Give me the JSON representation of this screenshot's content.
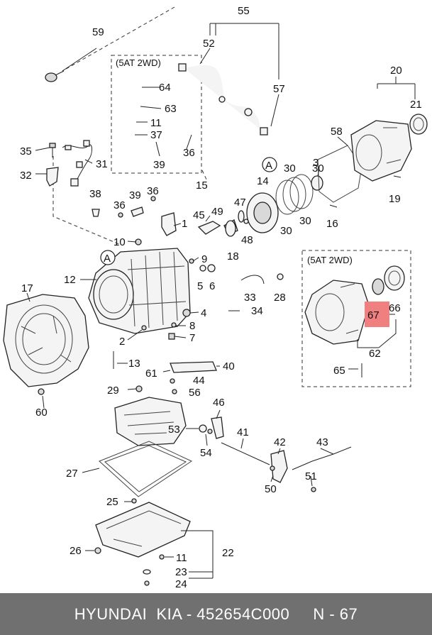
{
  "footer": {
    "brand": "HYUNDAI  KIA",
    "separator": " - ",
    "part_number": "452654C000",
    "ref_label": "N - 67"
  },
  "highlight": {
    "part": "67",
    "color": "#f08080"
  },
  "boxes": [
    {
      "title": "(5AT 2WD)"
    },
    {
      "title": "(5AT 2WD)"
    }
  ],
  "markers": [
    "A",
    "A"
  ],
  "callouts": [
    "55",
    "52",
    "57",
    "59",
    "64",
    "63",
    "11",
    "37",
    "36",
    "39",
    "20",
    "21",
    "58",
    "3",
    "30",
    "30",
    "30",
    "30",
    "14",
    "35",
    "31",
    "32",
    "38",
    "36",
    "39",
    "36",
    "15",
    "47",
    "45",
    "49",
    "1",
    "48",
    "18",
    "16",
    "19",
    "10",
    "9",
    "5",
    "6",
    "12",
    "17",
    "2",
    "4",
    "8",
    "7",
    "33",
    "28",
    "34",
    "13",
    "40",
    "61",
    "44",
    "56",
    "29",
    "60",
    "46",
    "53",
    "54",
    "41",
    "42",
    "43",
    "27",
    "50",
    "51",
    "25",
    "26",
    "11",
    "22",
    "23",
    "24",
    "65",
    "62",
    "66",
    "67"
  ]
}
